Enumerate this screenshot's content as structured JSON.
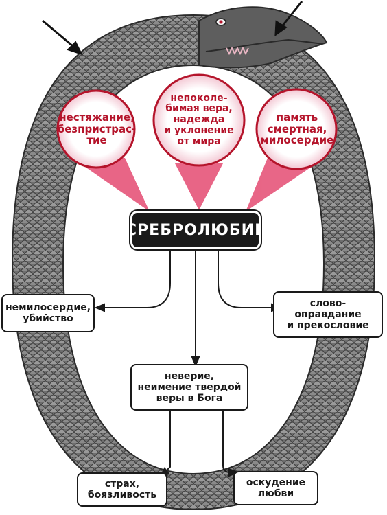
{
  "center": {
    "label": "СРЕБРОЛЮБИЕ"
  },
  "virtues": [
    {
      "text": "нестяжание,\nбезпристрас-\nтие"
    },
    {
      "text": "непоколе-\nбимая вера,\nнадежда\nи уклонение\nот мира"
    },
    {
      "text": "память\nсмертная,\nмилосердие"
    }
  ],
  "consequences": {
    "left": "немилосердие,\nубийство",
    "right": "слово-\nоправдание\nи прекословие",
    "middle": "неверие,\nнеимение твердой\nверы в Бога",
    "bottom_left": "страх,\nбоязливость",
    "bottom_right": "оскудение\nлюбви"
  },
  "colors": {
    "virtue_red": "#b5142b",
    "bubble_pink": "#e6557a",
    "serpent_gray": "#6b6b6b",
    "center_black": "#1a1a1a"
  }
}
